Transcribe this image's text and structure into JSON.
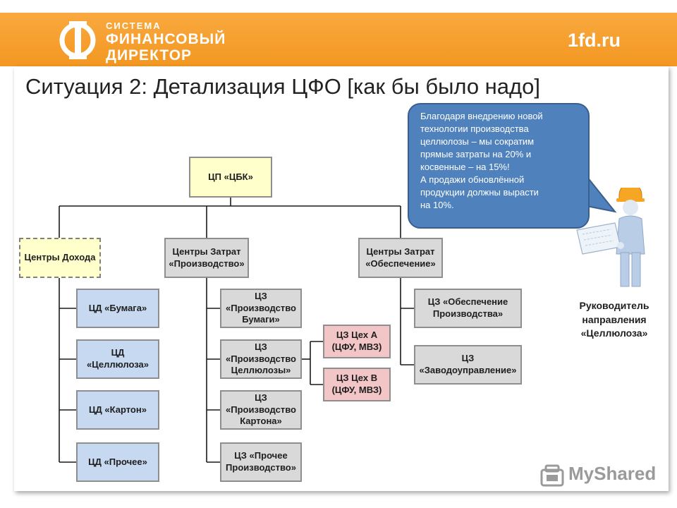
{
  "header": {
    "brand_line1": "СИСТЕМА",
    "brand_line2": "ФИНАНСОВЫЙ",
    "brand_line3": "ДИРЕКТОР",
    "site": "1fd.ru"
  },
  "title": "Ситуация 2: Детализация ЦФО [как бы было надо]",
  "org": {
    "root": "ЦП «ЦБК»",
    "income_center": "Центры Дохода",
    "income": [
      "ЦД «Бумага»",
      "ЦД «Целлюлоза»",
      "ЦД «Картон»",
      "ЦД «Прочее»"
    ],
    "prod_center": "Центры Затрат «Производство»",
    "prod": [
      "ЦЗ «Производство Бумаги»",
      "ЦЗ «Производство Целлюлозы»",
      "ЦЗ «Производство Картона»",
      "ЦЗ «Прочее Производство»"
    ],
    "workshops": [
      "ЦЗ Цех А (ЦФУ, МВЗ)",
      "ЦЗ Цех В (ЦФУ, МВЗ)"
    ],
    "support_center": "Центры Затрат «Обеспечение»",
    "support": [
      "ЦЗ «Обеспечение Производства»",
      "ЦЗ «Заводоуправление»"
    ]
  },
  "bubble": {
    "line1": "Благодаря внедрению новой",
    "line2": "технологии производства",
    "line3": "целлюлозы – мы сократим",
    "line4": "прямые затраты на 20% и",
    "line5": "косвенные  – на 15%!",
    "line6": "А продажи обновлённой",
    "line7": "продукции должны вырасти",
    "line8": "на 10%."
  },
  "role": {
    "line1": "Руководитель",
    "line2": "направления",
    "line3": "«Целлюлоза»"
  },
  "watermark": "MyShared",
  "colors": {
    "header": "#f39722",
    "income": "#c6d9f1",
    "cost": "#d9d9d9",
    "workshop": "#f2c6c6",
    "root": "#ffffcc",
    "bubble": "#4f81bd"
  }
}
